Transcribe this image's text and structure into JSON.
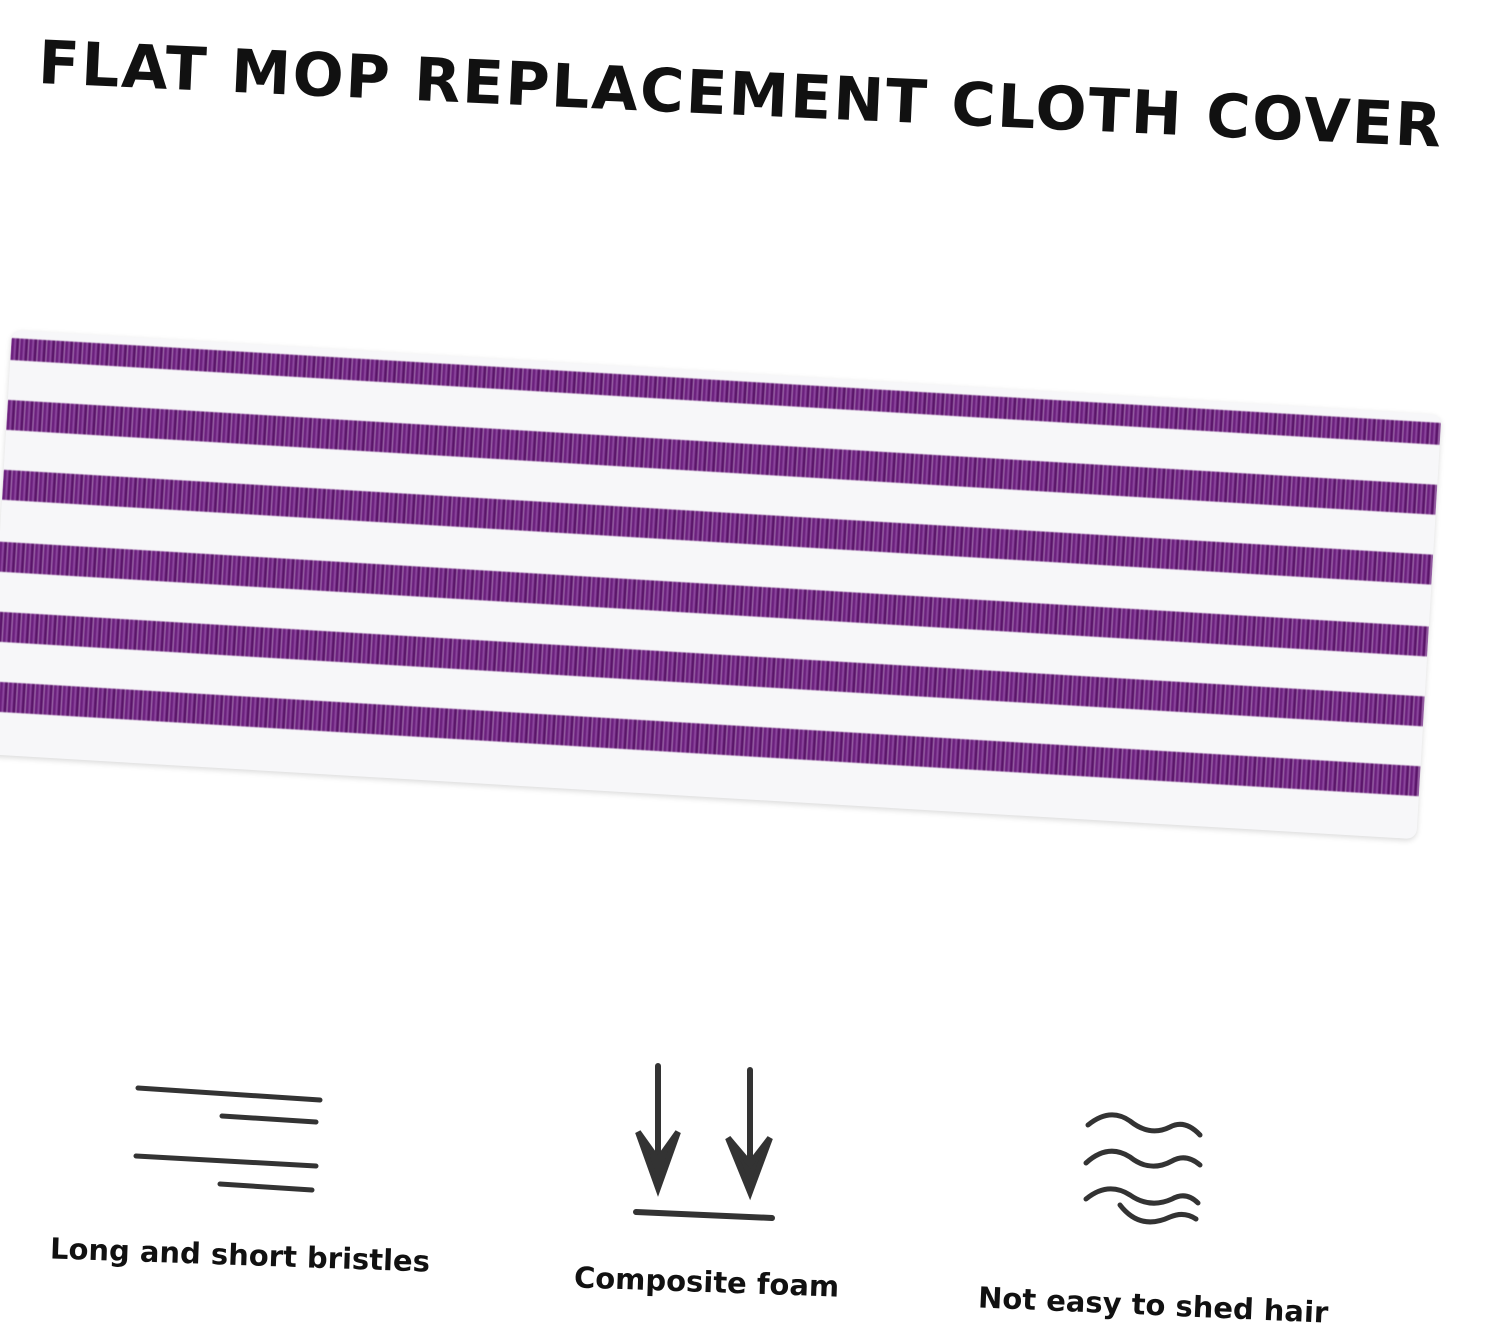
{
  "title": "FLAT MOP REPLACEMENT CLOTH COVER",
  "colors": {
    "stripe": "#6b1f7d",
    "cloth": "#f7f7f9",
    "text": "#111111"
  },
  "features": [
    {
      "icon": "bristles-lines-icon",
      "label": "Long and short bristles"
    },
    {
      "icon": "down-arrows-icon",
      "label": "Composite foam"
    },
    {
      "icon": "waves-icon",
      "label": "Not easy to shed hair"
    }
  ]
}
